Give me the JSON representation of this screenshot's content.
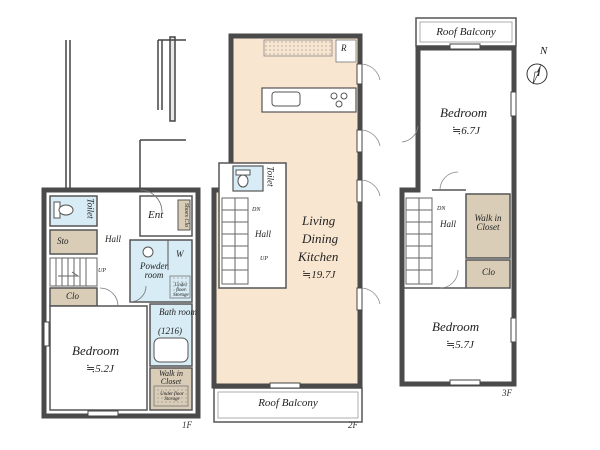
{
  "floors": {
    "f1": {
      "label": "1F",
      "rooms": {
        "toilet": "Toilet",
        "sto": "Sto",
        "hall": "Hall",
        "ent": "Ent",
        "shoe": "Shoes Clo",
        "up": "UP",
        "powder": "Powder room",
        "w": "W",
        "clo": "Clo",
        "under1": "Under floor Storage",
        "bath": "Bath room",
        "bath_size": "(1216)",
        "bedroom": "Bedroom",
        "bedroom_size": "≒5.2J",
        "walkin": "Walk in Closet",
        "under2": "Under floor Storage"
      }
    },
    "f2": {
      "label": "2F",
      "rooms": {
        "r": "R",
        "toilet": "Toilet",
        "dn": "DN",
        "hall": "Hall",
        "up": "UP",
        "living": "Living",
        "dining": "Dining",
        "kitchen": "Kitchen",
        "ldk_size": "≒19.7J",
        "balcony": "Roof Balcony"
      }
    },
    "f3": {
      "label": "3F",
      "rooms": {
        "balcony": "Roof Balcony",
        "bedroom1": "Bedroom",
        "bedroom1_size": "≒6.7J",
        "dn": "DN",
        "hall": "Hall",
        "walkin": "Walk in Closet",
        "clo": "Clo",
        "bedroom2": "Bedroom",
        "bedroom2_size": "≒5.7J"
      }
    }
  },
  "compass": {
    "label": "N"
  },
  "colors": {
    "wall": "#4a4a4a",
    "wall_fill": "#f0f0f0",
    "ldk": "#f8e6d0",
    "storage": "#d9cdb8",
    "wet": "#d8ecf5",
    "room": "#ffffff"
  }
}
